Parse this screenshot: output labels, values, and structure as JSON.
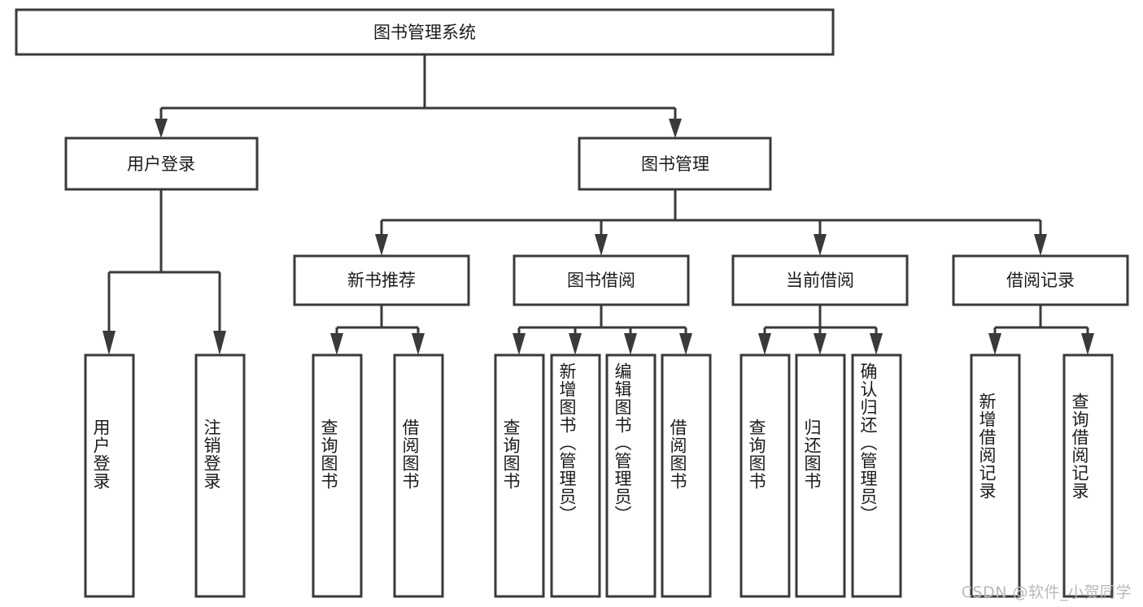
{
  "diagram": {
    "title": "图书管理系统",
    "type": "tree-hierarchy-diagram",
    "orientation": "top-down",
    "colors": {
      "stroke": "#3a3a3a",
      "fill": "#ffffff",
      "text": "#1b1b1b",
      "watermark": "#b9b9b9",
      "background": "#ffffff"
    },
    "watermark": "CSDN @软件_小贺同学",
    "levels": {
      "level0": [
        "图书管理系统"
      ],
      "level1": [
        "用户登录",
        "图书管理"
      ],
      "level2": [
        "新书推荐",
        "图书借阅",
        "当前借阅",
        "借阅记录"
      ],
      "level3": [
        "用户登录",
        "注销登录",
        "查询图书",
        "借阅图书",
        "查询图书",
        "新增图书（管理员）",
        "编辑图书（管理员）",
        "借阅图书",
        "查询图书",
        "归还图书",
        "确认归还（管理员）",
        "新增借阅记录",
        "查询借阅记录"
      ]
    },
    "nodes": {
      "root": {
        "label": "图书管理系统"
      },
      "user_login": {
        "label": "用户登录"
      },
      "book_manage": {
        "label": "图书管理"
      },
      "new_book_rec": {
        "label": "新书推荐"
      },
      "book_borrow": {
        "label": "图书借阅"
      },
      "current_borrow": {
        "label": "当前借阅"
      },
      "borrow_record": {
        "label": "借阅记录"
      },
      "leaf_user_login": {
        "label": "用户登录"
      },
      "leaf_logout": {
        "label": "注销登录"
      },
      "leaf_query_book_1": {
        "label": "查询图书"
      },
      "leaf_borrow_book_1": {
        "label": "借阅图书"
      },
      "leaf_query_book_2": {
        "label": "查询图书"
      },
      "leaf_add_book_admin": {
        "label": "新增图书（管理员）"
      },
      "leaf_edit_book_admin": {
        "label": "编辑图书（管理员）"
      },
      "leaf_borrow_book_2": {
        "label": "借阅图书"
      },
      "leaf_query_book_3": {
        "label": "查询图书"
      },
      "leaf_return_book": {
        "label": "归还图书"
      },
      "leaf_confirm_return_admin": {
        "label": "确认归还（管理员）"
      },
      "leaf_add_borrow_record": {
        "label": "新增借阅记录"
      },
      "leaf_query_borrow_record": {
        "label": "查询借阅记录"
      }
    },
    "edges": [
      {
        "from": "图书管理系统",
        "to": "用户登录"
      },
      {
        "from": "图书管理系统",
        "to": "图书管理"
      },
      {
        "from": "用户登录",
        "to": "用户登录"
      },
      {
        "from": "用户登录",
        "to": "注销登录"
      },
      {
        "from": "图书管理",
        "to": "新书推荐"
      },
      {
        "from": "图书管理",
        "to": "图书借阅"
      },
      {
        "from": "图书管理",
        "to": "当前借阅"
      },
      {
        "from": "图书管理",
        "to": "借阅记录"
      },
      {
        "from": "新书推荐",
        "to": "查询图书"
      },
      {
        "from": "新书推荐",
        "to": "借阅图书"
      },
      {
        "from": "图书借阅",
        "to": "查询图书"
      },
      {
        "from": "图书借阅",
        "to": "新增图书（管理员）"
      },
      {
        "from": "图书借阅",
        "to": "编辑图书（管理员）"
      },
      {
        "from": "图书借阅",
        "to": "借阅图书"
      },
      {
        "from": "当前借阅",
        "to": "查询图书"
      },
      {
        "from": "当前借阅",
        "to": "归还图书"
      },
      {
        "from": "当前借阅",
        "to": "确认归还（管理员）"
      },
      {
        "from": "借阅记录",
        "to": "新增借阅记录"
      },
      {
        "from": "借阅记录",
        "to": "查询借阅记录"
      }
    ]
  }
}
